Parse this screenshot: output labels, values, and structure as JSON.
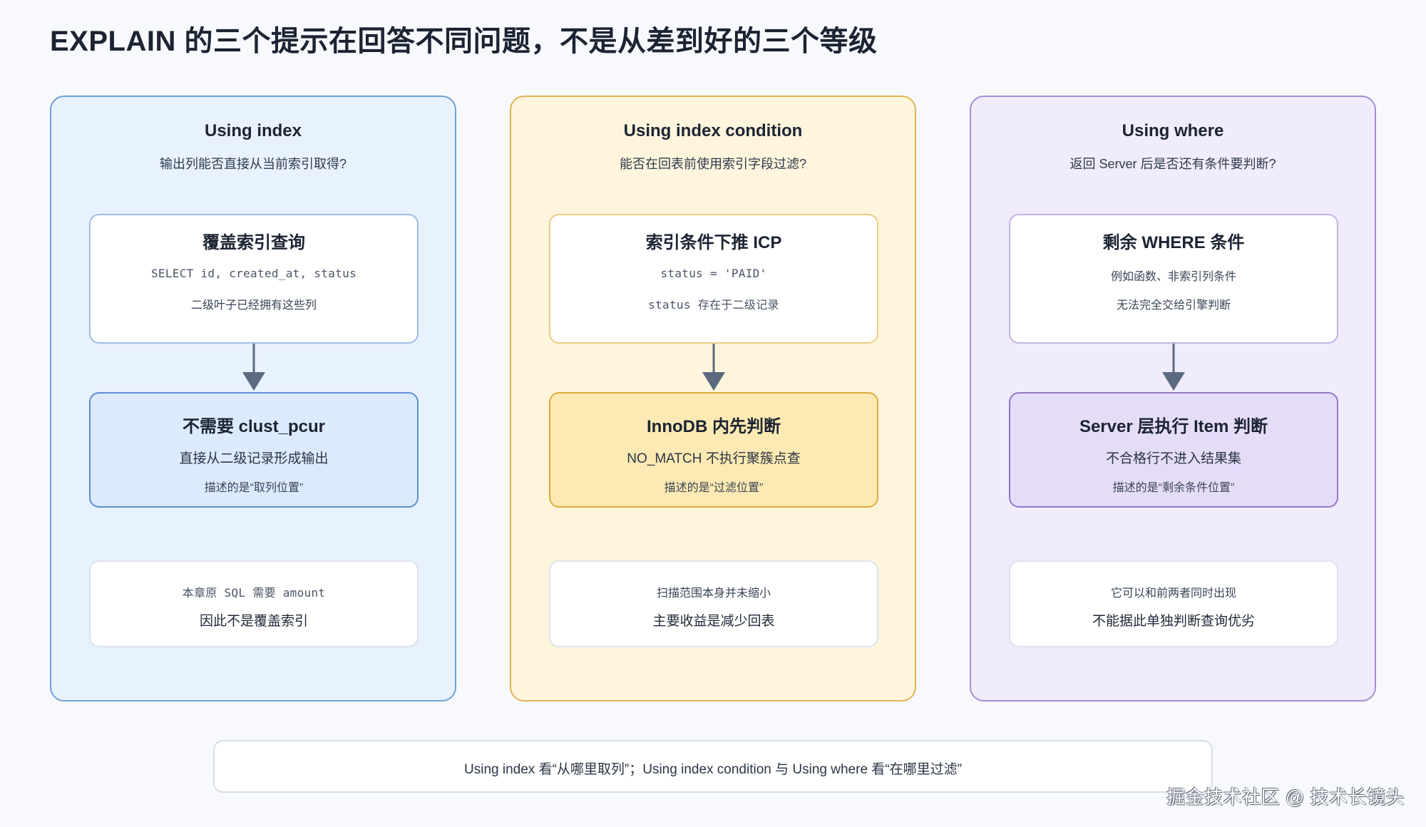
{
  "title": "EXPLAIN 的三个提示在回答不同问题，不是从差到好的三个等级",
  "columns": [
    {
      "heading": "Using index",
      "subtitle": "输出列能否直接从当前索引取得?",
      "top_box": {
        "title": "覆盖索引查询",
        "line1": "SELECT id, created_at, status",
        "line2": "二级叶子已经拥有这些列"
      },
      "mid_box": {
        "title": "不需要 clust_pcur",
        "line1": "直接从二级记录形成输出",
        "line2": "描述的是“取列位置”"
      },
      "bottom_box": {
        "line1": "本章原 SQL 需要 amount",
        "line2": "因此不是覆盖索引"
      }
    },
    {
      "heading": "Using index condition",
      "subtitle": "能否在回表前使用索引字段过滤?",
      "top_box": {
        "title": "索引条件下推 ICP",
        "line1": "status = 'PAID'",
        "line2": "status 存在于二级记录"
      },
      "mid_box": {
        "title": "InnoDB 内先判断",
        "line1": "NO_MATCH 不执行聚簇点查",
        "line2": "描述的是“过滤位置”"
      },
      "bottom_box": {
        "line1": "扫描范围本身并未缩小",
        "line2": "主要收益是减少回表"
      }
    },
    {
      "heading": "Using where",
      "subtitle": "返回 Server 后是否还有条件要判断?",
      "top_box": {
        "title": "剩余 WHERE 条件",
        "line1": "例如函数、非索引列条件",
        "line2": "无法完全交给引擎判断"
      },
      "mid_box": {
        "title": "Server 层执行 Item 判断",
        "line1": "不合格行不进入结果集",
        "line2": "描述的是“剩余条件位置”"
      },
      "bottom_box": {
        "line1": "它可以和前两者同时出现",
        "line2": "不能据此单独判断查询优劣"
      }
    }
  ],
  "footer": "Using index 看“从哪里取列”；Using index condition 与 Using where 看“在哪里过滤”",
  "watermark": "掘金技术社区 @ 技术长镜头",
  "colors": {
    "blue_panel": "#e8f1fe",
    "yellow_panel": "#fef5dc",
    "purple_panel": "#f1ecfc",
    "arrow": "#5b6a80"
  }
}
